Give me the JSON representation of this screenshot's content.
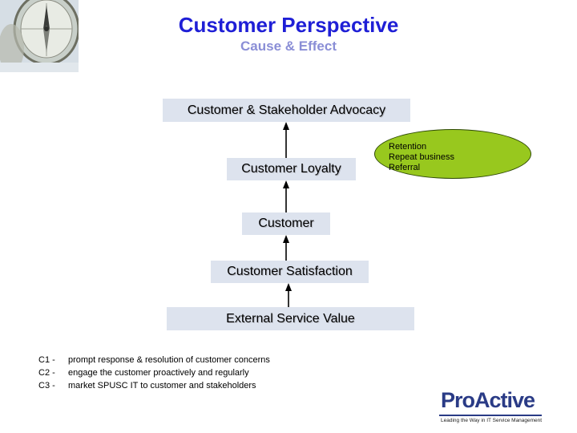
{
  "header": {
    "title": "Customer Perspective",
    "subtitle": "Cause & Effect"
  },
  "diagram": {
    "boxes": [
      "Customer & Stakeholder Advocacy",
      "Customer  Loyalty",
      "Customer",
      "Customer Satisfaction",
      "External Service Value"
    ],
    "callout": [
      "Retention",
      "Repeat business",
      "Referral"
    ]
  },
  "notes": [
    {
      "code": "C1 -",
      "text": "prompt response & resolution of customer concerns"
    },
    {
      "code": "C2 -",
      "text": "engage the customer proactively and regularly"
    },
    {
      "code": "C3 -",
      "text": "market SPUSC IT to customer and stakeholders"
    }
  ],
  "logo": {
    "name": "ProActive",
    "tagline": "Leading the Way in IT Service Management"
  },
  "colors": {
    "title": "#1f1fd6",
    "subtitle": "#8a8ed6",
    "box_fill": "#dde3ee",
    "callout_fill": "#98c81e",
    "logo": "#2a3b86"
  }
}
